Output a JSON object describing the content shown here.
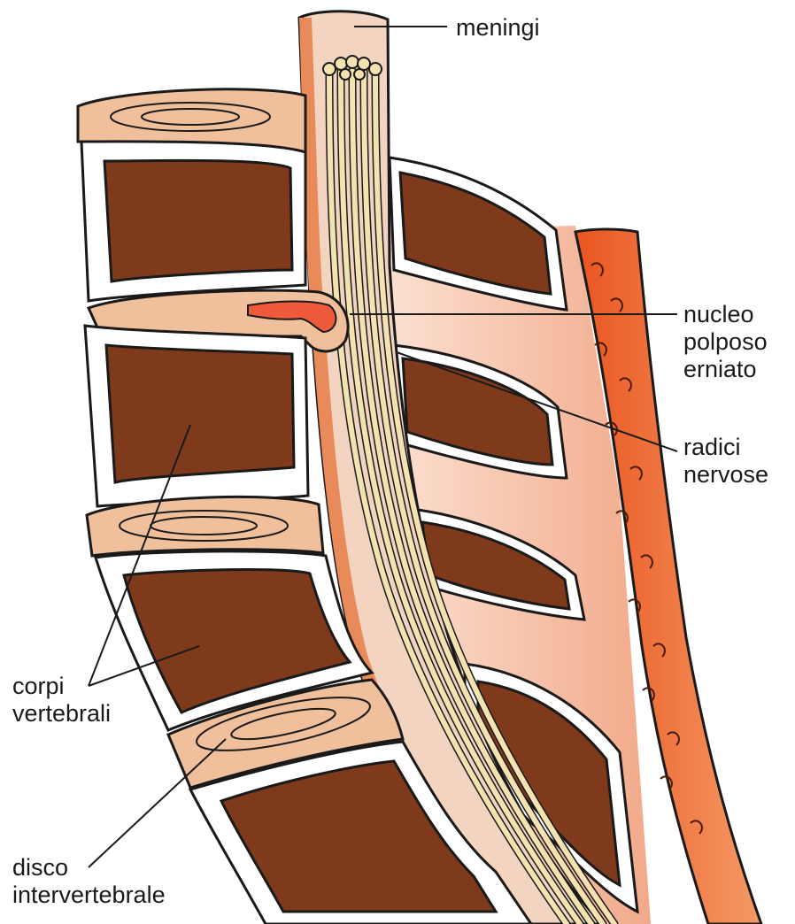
{
  "colors": {
    "bone_dark": "#7f3a1c",
    "bone_light": "#f4c6a8",
    "disc": "#f0c09c",
    "cord": "#f5e7bf",
    "nerve": "#f4e2b0",
    "ligament": "#e8652e",
    "hernia": "#ef5a3a",
    "outline": "#1a1a1a",
    "soft_tissue": "#f6c9ad"
  },
  "labels": {
    "meningi": "meningi",
    "nucleo": [
      "nucleo",
      "polposo",
      "erniato"
    ],
    "radici": [
      "radici",
      "nervose"
    ],
    "corpi": [
      "corpi",
      "vertebrali"
    ],
    "disco": [
      "disco",
      "intervertebrale"
    ]
  }
}
